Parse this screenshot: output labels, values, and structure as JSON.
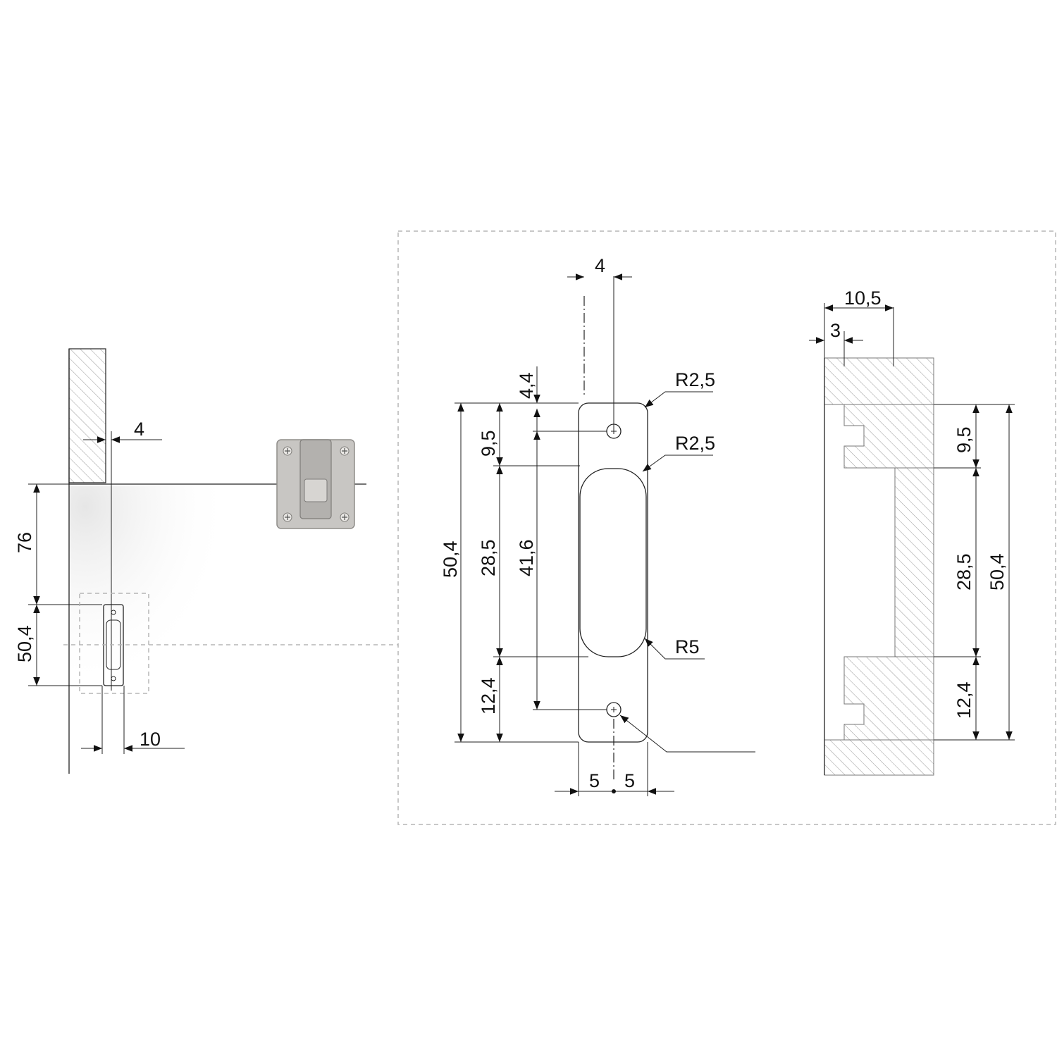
{
  "overview": {
    "dim_offset": "4",
    "dim_top": "76",
    "dim_plate_height": "50,4",
    "dim_width": "10"
  },
  "detail_front": {
    "dim_offset_top": "4",
    "dim_top_hole": "4,4",
    "dim_height_total": "50,4",
    "dim_slot_top": "9,5",
    "dim_slot_length": "28,5",
    "dim_hole_distance": "41,6",
    "dim_bottom": "12,4",
    "radius_top_corner": "R2,5",
    "radius_slot_corner": "R2,5",
    "radius_slot_end": "R5",
    "dim_half_left": "5",
    "dim_half_right": "5"
  },
  "detail_section": {
    "dim_depth_total": "10,5",
    "dim_depth_recess": "3",
    "dim_top": "9,5",
    "dim_slot": "28,5",
    "dim_bottom": "12,4",
    "dim_height_total": "50,4"
  },
  "colors": {
    "line": "#222222",
    "frame": "#b5b5b5",
    "hatch": "#9a9a9a",
    "metal": "#c8c6c3"
  }
}
